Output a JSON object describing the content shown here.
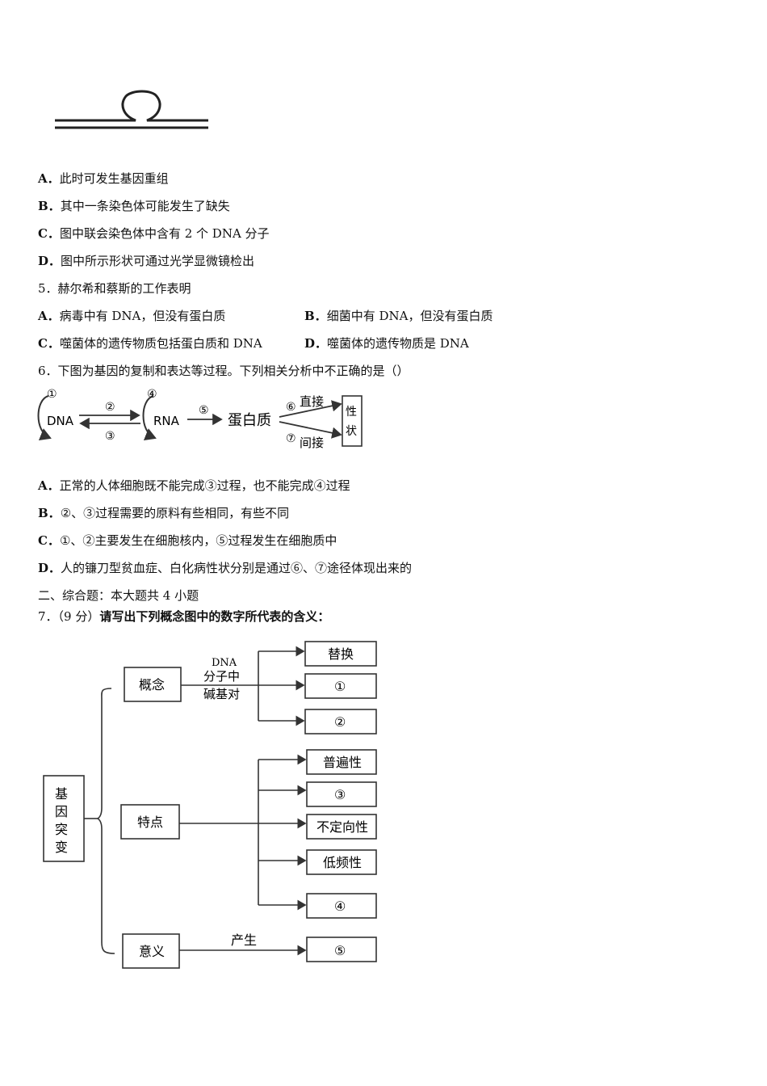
{
  "q4": {
    "options": [
      {
        "letter": "A．",
        "text": "此时可发生基因重组"
      },
      {
        "letter": "B．",
        "text": "其中一条染色体可能发生了缺失"
      },
      {
        "letter": "C．",
        "text": "图中联会染色体中含有 2 个 DNA 分子"
      },
      {
        "letter": "D．",
        "text": "图中所示形状可通过光学显微镜检出"
      }
    ]
  },
  "q5": {
    "stem": "5．赫尔希和蔡斯的工作表明",
    "options": [
      {
        "letter": "A．",
        "text": "病毒中有 DNA，但没有蛋白质"
      },
      {
        "letter": "B．",
        "text": "细菌中有 DNA，但没有蛋白质"
      },
      {
        "letter": "C．",
        "text": "噬菌体的遗传物质包括蛋白质和 DNA"
      },
      {
        "letter": "D．",
        "text": "噬菌体的遗传物质是 DNA"
      }
    ]
  },
  "q6": {
    "stem": "6．下图为基因的复制和表达等过程。下列相关分析中不正确的是（）",
    "diagram": {
      "dna": "DNA",
      "rna": "RNA",
      "protein": "蛋白质",
      "trait": "性状",
      "n1": "①",
      "n2": "②",
      "n3": "③",
      "n4": "④",
      "n5": "⑤",
      "n6": "⑥",
      "n6_label": "直接",
      "n7": "⑦",
      "n7_label": "间接"
    },
    "options": [
      {
        "letter": "A．",
        "text": "正常的人体细胞既不能完成③过程，也不能完成④过程"
      },
      {
        "letter": "B．",
        "text": "②、③过程需要的原料有些相同，有些不同"
      },
      {
        "letter": "C．",
        "text": "①、②主要发生在细胞核内，⑤过程发生在细胞质中"
      },
      {
        "letter": "D．",
        "text": "人的镰刀型贫血症、白化病性状分别是通过⑥、⑦途径体现出来的"
      }
    ]
  },
  "section2": {
    "title": "二、综合题：本大题共 4 小题"
  },
  "q7": {
    "stem_prefix": "7．（9 分）",
    "stem_text": "请写出下列概念图中的数字所代表的含义：",
    "map": {
      "root": [
        "基",
        "因",
        "突",
        "变"
      ],
      "concept": "概念",
      "concept_note": [
        "DNA",
        "分子中",
        "碱基对"
      ],
      "concept_items": [
        "替换",
        "①",
        "②"
      ],
      "feature": "特点",
      "feature_items": [
        "普遍性",
        "③",
        "不定向性",
        "低频性",
        "④"
      ],
      "meaning": "意义",
      "meaning_arrow": "产生",
      "meaning_item": "⑤"
    }
  }
}
